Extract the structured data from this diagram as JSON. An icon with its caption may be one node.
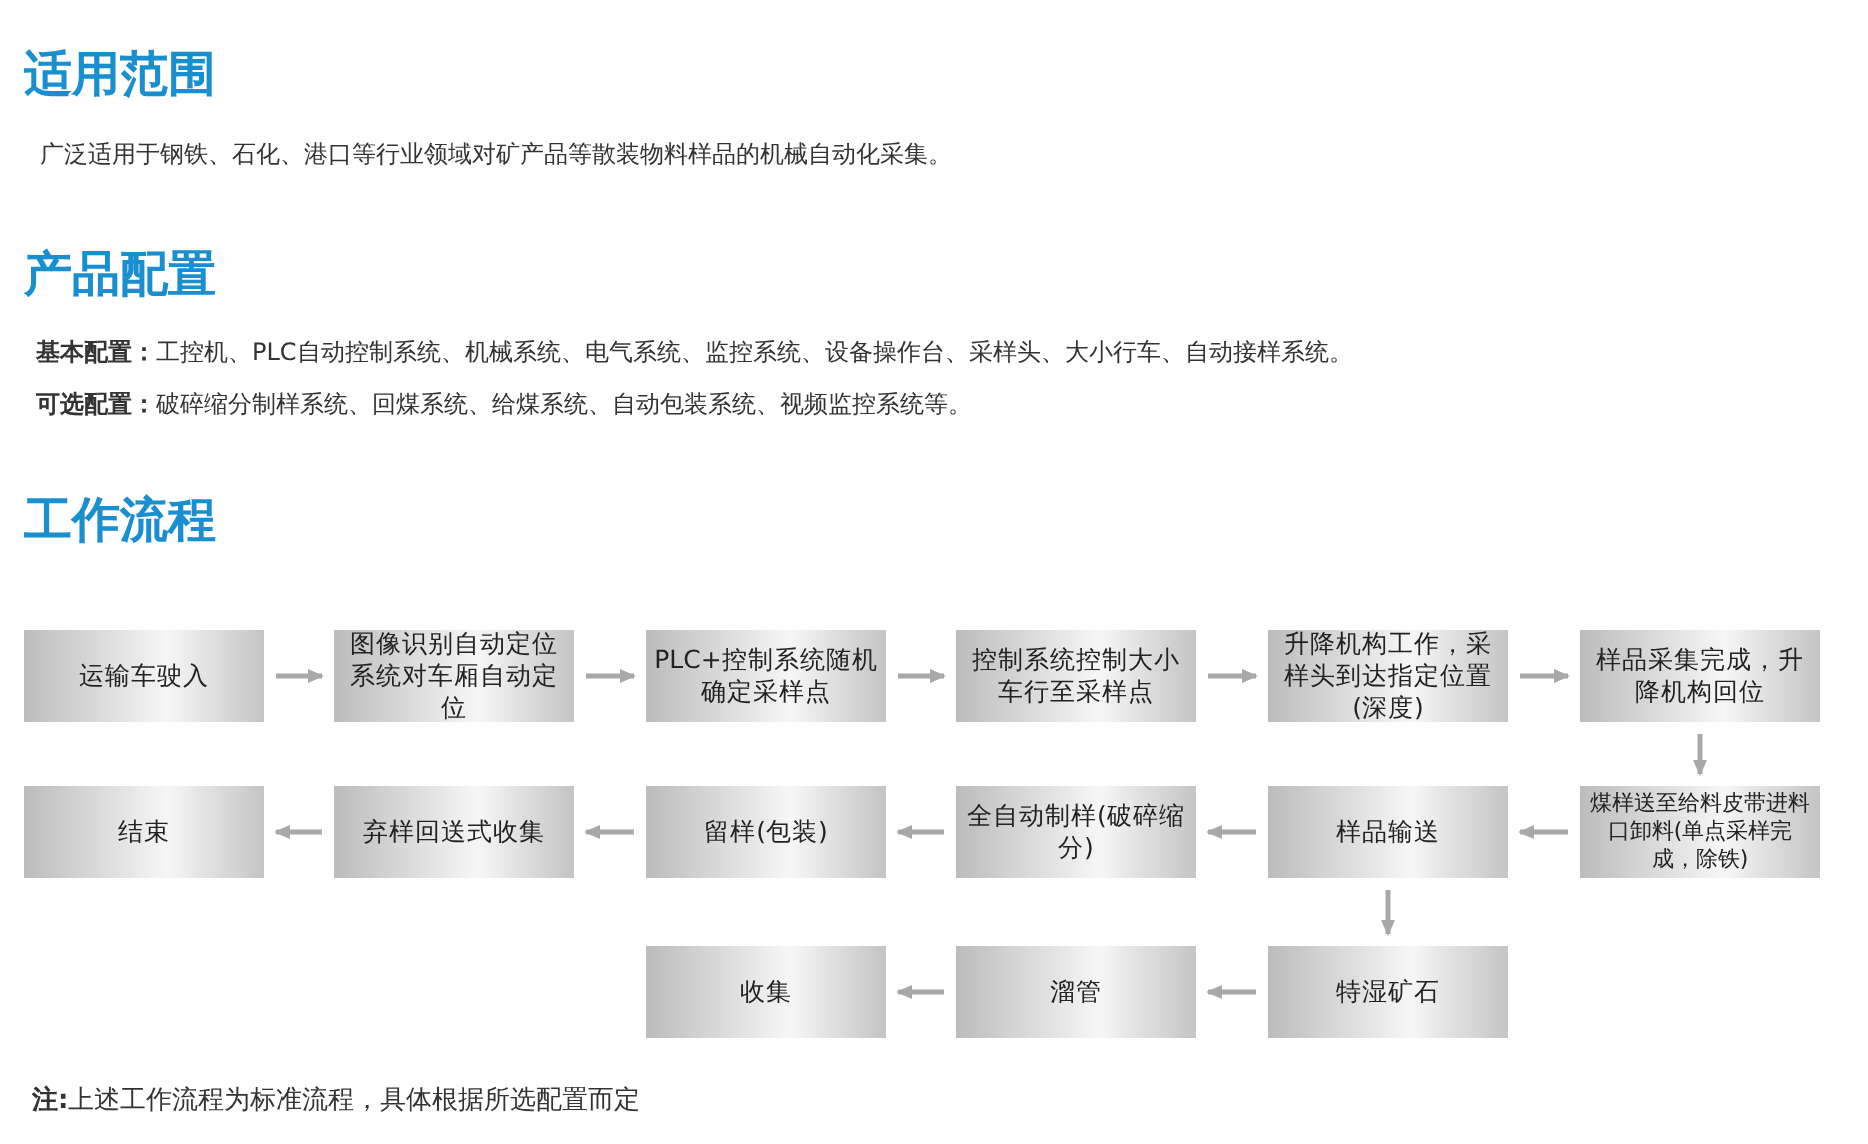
{
  "diagram": {
    "nodes": [
      {
        "text": [
          "运输车驶入"
        ]
      },
      {
        "text": [
          "图像识别自动定位系统对车厢自动定位"
        ]
      },
      {
        "text": [
          "PLC+控制系统随机确定采样点"
        ]
      },
      {
        "text": [
          "控制系统控制大小车行至采样点"
        ]
      },
      {
        "text": [
          "升降机构工作，采样头到达指定位置(深度)"
        ]
      },
      {
        "text": [
          "样品采集完成，升降机构回位"
        ]
      },
      {
        "text": [
          "结束"
        ]
      },
      {
        "text": [
          "弃样回送式收集"
        ]
      },
      {
        "text": [
          "留样(包装)"
        ]
      },
      {
        "text": [
          "全自动制样(破碎缩分)"
        ]
      },
      {
        "text": [
          "样品输送"
        ]
      },
      {
        "text": [
          "煤样送至给料皮带进料口卸料(单点采样完成，除铁)"
        ]
      },
      {
        "text": [
          "收集"
        ]
      },
      {
        "text": [
          "溜管"
        ]
      },
      {
        "text": [
          "特湿矿石"
        ]
      }
    ],
    "edges": [
      {
        "from": 0,
        "to": 1,
        "arrow": "to"
      },
      {
        "from": 1,
        "to": 2,
        "arrow": "to"
      },
      {
        "from": 2,
        "to": 3,
        "arrow": "to"
      },
      {
        "from": 3,
        "to": 4,
        "arrow": "to"
      },
      {
        "from": 4,
        "to": 5,
        "arrow": "to"
      },
      {
        "from": 5,
        "to": 11,
        "arrow": "to"
      },
      {
        "from": 11,
        "to": 10,
        "arrow": "to"
      },
      {
        "from": 10,
        "to": 9,
        "arrow": "to"
      },
      {
        "from": 9,
        "to": 8,
        "arrow": "to"
      },
      {
        "from": 8,
        "to": 7,
        "arrow": "to"
      },
      {
        "from": 7,
        "to": 6,
        "arrow": "to"
      },
      {
        "from": 10,
        "to": 14,
        "arrow": "to"
      },
      {
        "from": 14,
        "to": 13,
        "arrow": "to"
      },
      {
        "from": 13,
        "to": 12,
        "arrow": "to"
      }
    ],
    "labels": [
      "适用范围",
      "广泛适用于钢铁、石化、港口等行业领域对矿产品等散装物料样品的机械自动化采集。",
      "产品配置",
      "**基本配置：**工控机、PLC自动控制系统、机械系统、电气系统、监控系统、设备操作台、采样头、大小行车、自动接样系统。",
      "**可选配置：**破碎缩分制样系统、回煤系统、给煤系统、自动包装系统、视频监控系统等。",
      "工作流程",
      "**注:**上述工作流程为标准流程，具体根据所选配置而定"
    ]
  }
}
